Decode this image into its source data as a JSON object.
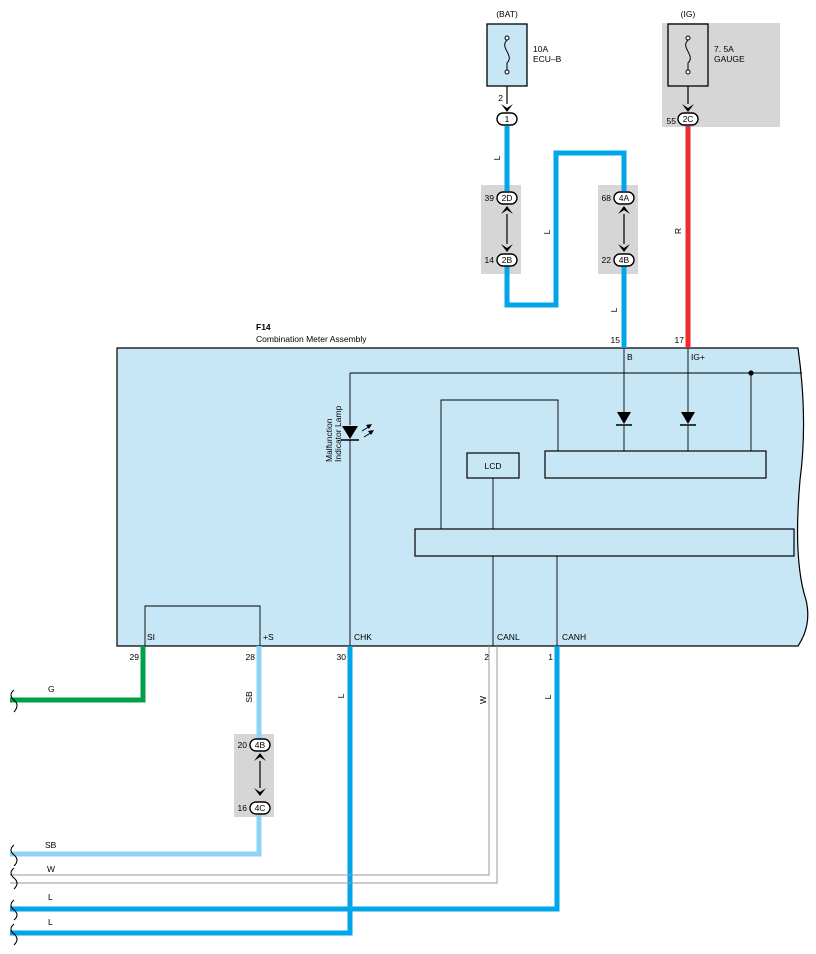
{
  "component": {
    "code": "F14",
    "name": "Combination Meter Assembly",
    "fill": "#c7e7f7",
    "internal": {
      "malfunction_lamp_line1": "Malfunction",
      "malfunction_lamp_line2": "Indicator Lamp",
      "lcd": "LCD"
    },
    "terminals": {
      "b": {
        "name": "B",
        "pin": "15"
      },
      "ig": {
        "name": "IG+",
        "pin": "17"
      },
      "si": {
        "name": "SI",
        "pin": "29"
      },
      "s_plus": {
        "name": "+S",
        "pin": "28"
      },
      "chk": {
        "name": "CHK",
        "pin": "30"
      },
      "canl": {
        "name": "CANL",
        "pin": "2"
      },
      "canh": {
        "name": "CANH",
        "pin": "1"
      }
    }
  },
  "power": {
    "bat": {
      "source": "(BAT)",
      "rating": "10A",
      "fuse_name": "ECU–B",
      "pin": "2",
      "connector": "1"
    },
    "ig": {
      "source": "(IG)",
      "rating": "7. 5A",
      "fuse_name": "GAUGE",
      "pin": "55",
      "connector": "2C"
    }
  },
  "junctions": {
    "j2d": {
      "pin": "39",
      "connector": "2D"
    },
    "j2b": {
      "pin": "14",
      "connector": "2B"
    },
    "j4a": {
      "pin": "68",
      "connector": "4A"
    },
    "j4b_top": {
      "pin": "22",
      "connector": "4B"
    },
    "j4b_mid": {
      "pin": "20",
      "connector": "4B"
    },
    "j4c": {
      "pin": "16",
      "connector": "4C"
    }
  },
  "wire_colors": {
    "bat_down": "L",
    "bat_loop": "L",
    "bat_to_b": "L",
    "ig_wire": "R",
    "si_vertical": "G",
    "si_left": "G",
    "s_plus_vertical": "SB",
    "s_plus_left": "SB",
    "chk_vertical": "L",
    "chk_left": "L",
    "canl_vertical": "W",
    "canl_left": "W",
    "canh_vertical": "L",
    "canh_left": "L"
  },
  "colors": {
    "L": "#00a6e8",
    "R": "#ee2b2f",
    "G": "#00a04a",
    "SB": "#8fd3f4",
    "W": "#9a9a9a",
    "junction_block": "#d6d6d6"
  }
}
